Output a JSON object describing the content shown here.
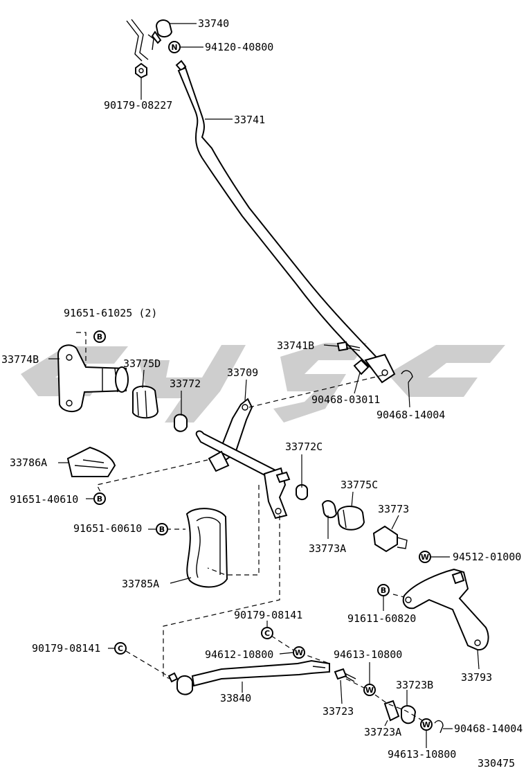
{
  "diagram": {
    "catalog_code": "330475",
    "watermark": "cygc",
    "badges": {
      "b": "B",
      "n": "N",
      "w": "W",
      "c": "C"
    },
    "labels": {
      "p33740": "33740",
      "p94120": "94120-40800",
      "p90179a": "90179-08227",
      "p33741": "33741",
      "p91651a": "91651-61025 (2)",
      "p33774b": "33774B",
      "p33775d": "33775D",
      "p33772": "33772",
      "p33709": "33709",
      "p33741b": "33741B",
      "p90468a": "90468-03011",
      "p90468b": "90468-14004",
      "p33786a": "33786A",
      "p91651b": "91651-40610",
      "p33772c": "33772C",
      "p33775c": "33775C",
      "p33773": "33773",
      "p91651c": "91651-60610",
      "p33773a": "33773A",
      "p94512": "94512-01000",
      "p33785a": "33785A",
      "p91611": "91611-60820",
      "p90179b": "90179-08141",
      "p90179c": "90179-08141",
      "p94612": "94612-10800",
      "p94613a": "94613-10800",
      "p33793": "33793",
      "p33840": "33840",
      "p33723b": "33723B",
      "p33723": "33723",
      "p33723a": "33723A",
      "p90468c": "90468-14004",
      "p94613b": "94613-10800"
    }
  }
}
